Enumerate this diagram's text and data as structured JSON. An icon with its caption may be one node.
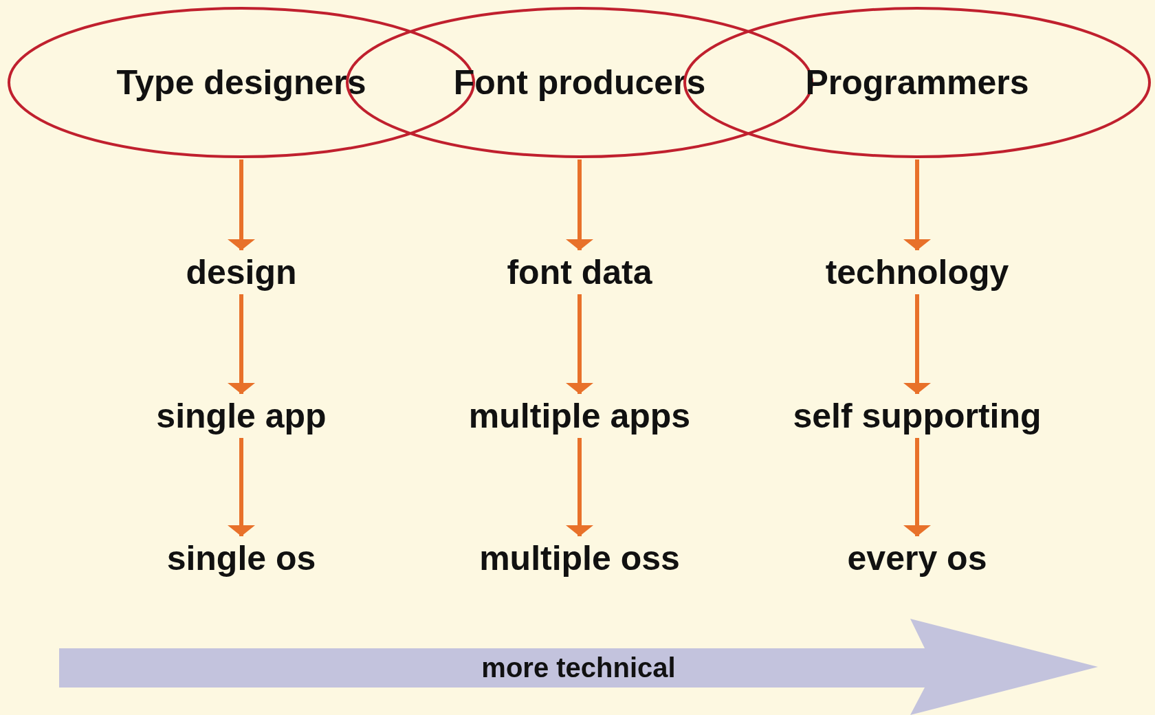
{
  "diagram": {
    "nodes": [
      {
        "text": [
          "Type designers"
        ]
      },
      {
        "text": [
          "Font producers"
        ]
      },
      {
        "text": [
          "Programmers"
        ]
      },
      {
        "text": [
          "design"
        ]
      },
      {
        "text": [
          "font data"
        ]
      },
      {
        "text": [
          "technology"
        ]
      },
      {
        "text": [
          "single app"
        ]
      },
      {
        "text": [
          "multiple apps"
        ]
      },
      {
        "text": [
          "self supporting"
        ]
      },
      {
        "text": [
          "single os"
        ]
      },
      {
        "text": [
          "multiple oss"
        ]
      },
      {
        "text": [
          "every os"
        ]
      },
      {
        "text": [
          "more technical"
        ]
      }
    ],
    "edges": [
      {
        "from": 0,
        "to": 3,
        "arrow": "to"
      },
      {
        "from": 3,
        "to": 6,
        "arrow": "to"
      },
      {
        "from": 6,
        "to": 9,
        "arrow": "to"
      },
      {
        "from": 1,
        "to": 4,
        "arrow": "to"
      },
      {
        "from": 4,
        "to": 7,
        "arrow": "to"
      },
      {
        "from": 7,
        "to": 10,
        "arrow": "to"
      },
      {
        "from": 2,
        "to": 5,
        "arrow": "to"
      },
      {
        "from": 5,
        "to": 8,
        "arrow": "to"
      },
      {
        "from": 8,
        "to": 11,
        "arrow": "to"
      }
    ]
  }
}
